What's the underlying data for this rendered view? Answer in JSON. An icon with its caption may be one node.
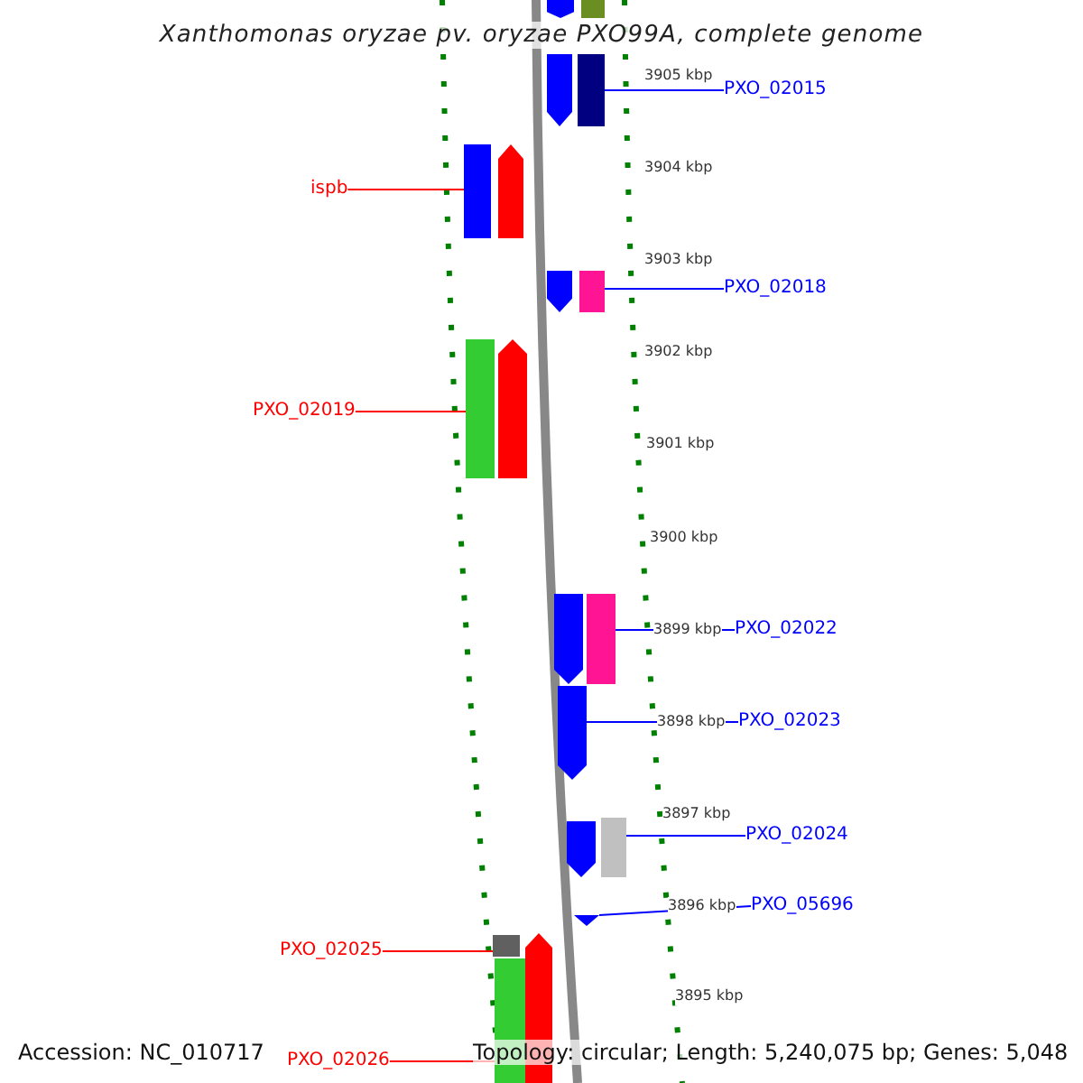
{
  "diagram": {
    "title": "Xanthomonas oryzae pv. oryzae PXO99A, complete genome",
    "nodes": [
      {
        "text": [
          "PXO_02015"
        ]
      },
      {
        "text": [],
        "shape": "bar"
      },
      {
        "text": [
          "ispb"
        ]
      },
      {
        "text": [],
        "shape": "bar"
      },
      {
        "text": [
          "PXO_02018"
        ]
      },
      {
        "text": [],
        "shape": "bar"
      },
      {
        "text": [
          "PXO_02019"
        ]
      },
      {
        "text": [],
        "shape": "bar"
      },
      {
        "text": [
          "PXO_02022"
        ]
      },
      {
        "text": [],
        "shape": "bar"
      },
      {
        "text": [
          "PXO_02023"
        ]
      },
      {
        "text": [],
        "shape": "bar"
      },
      {
        "text": [
          "PXO_02024"
        ]
      },
      {
        "text": [],
        "shape": "bar"
      },
      {
        "text": [
          "PXO_05696"
        ]
      },
      {
        "text": [],
        "shape": "triangle"
      },
      {
        "text": [
          "PXO_02025"
        ]
      },
      {
        "text": [],
        "shape": "bar"
      },
      {
        "text": [
          "PXO_02026"
        ]
      },
      {
        "text": [],
        "shape": "bar"
      },
      {
        "text": [],
        "shape": "bar"
      },
      {
        "text": [],
        "shape": "bar"
      },
      {
        "text": [],
        "shape": "bar"
      },
      {
        "text": [],
        "shape": "bar"
      },
      {
        "text": [],
        "shape": "bar"
      },
      {
        "text": [],
        "shape": "bar"
      },
      {
        "text": [],
        "shape": "bar"
      },
      {
        "text": [],
        "shape": "bar"
      },
      {
        "text": [],
        "shape": "bar"
      }
    ],
    "edges": [
      {
        "from": 0,
        "to": 1,
        "arrow": "none"
      },
      {
        "from": 2,
        "to": 3,
        "arrow": "none",
        "color": "#ff0000"
      },
      {
        "from": 4,
        "to": 5,
        "arrow": "none"
      },
      {
        "from": 6,
        "to": 7,
        "arrow": "none",
        "color": "#ff0000"
      },
      {
        "from": 8,
        "to": 9,
        "arrow": "none"
      },
      {
        "from": 10,
        "to": 11,
        "arrow": "none"
      },
      {
        "from": 12,
        "to": 13,
        "arrow": "none"
      },
      {
        "from": 14,
        "to": 15,
        "arrow": "none"
      },
      {
        "from": 16,
        "to": 17,
        "arrow": "none",
        "color": "#ff0000"
      },
      {
        "from": 18,
        "to": 19,
        "arrow": "none",
        "color": "#ff0000"
      }
    ],
    "labels": [
      "3905 kbp",
      "3904 kbp",
      "3903 kbp",
      "3902 kbp",
      "3901 kbp",
      "3900 kbp",
      "3899 kbp",
      "3898 kbp",
      "3897 kbp",
      "3896 kbp",
      "3895 kbp",
      "Accession: NC_010717",
      "Topology: circular; Length: 5,240,075 bp; Genes: 5,048"
    ]
  }
}
